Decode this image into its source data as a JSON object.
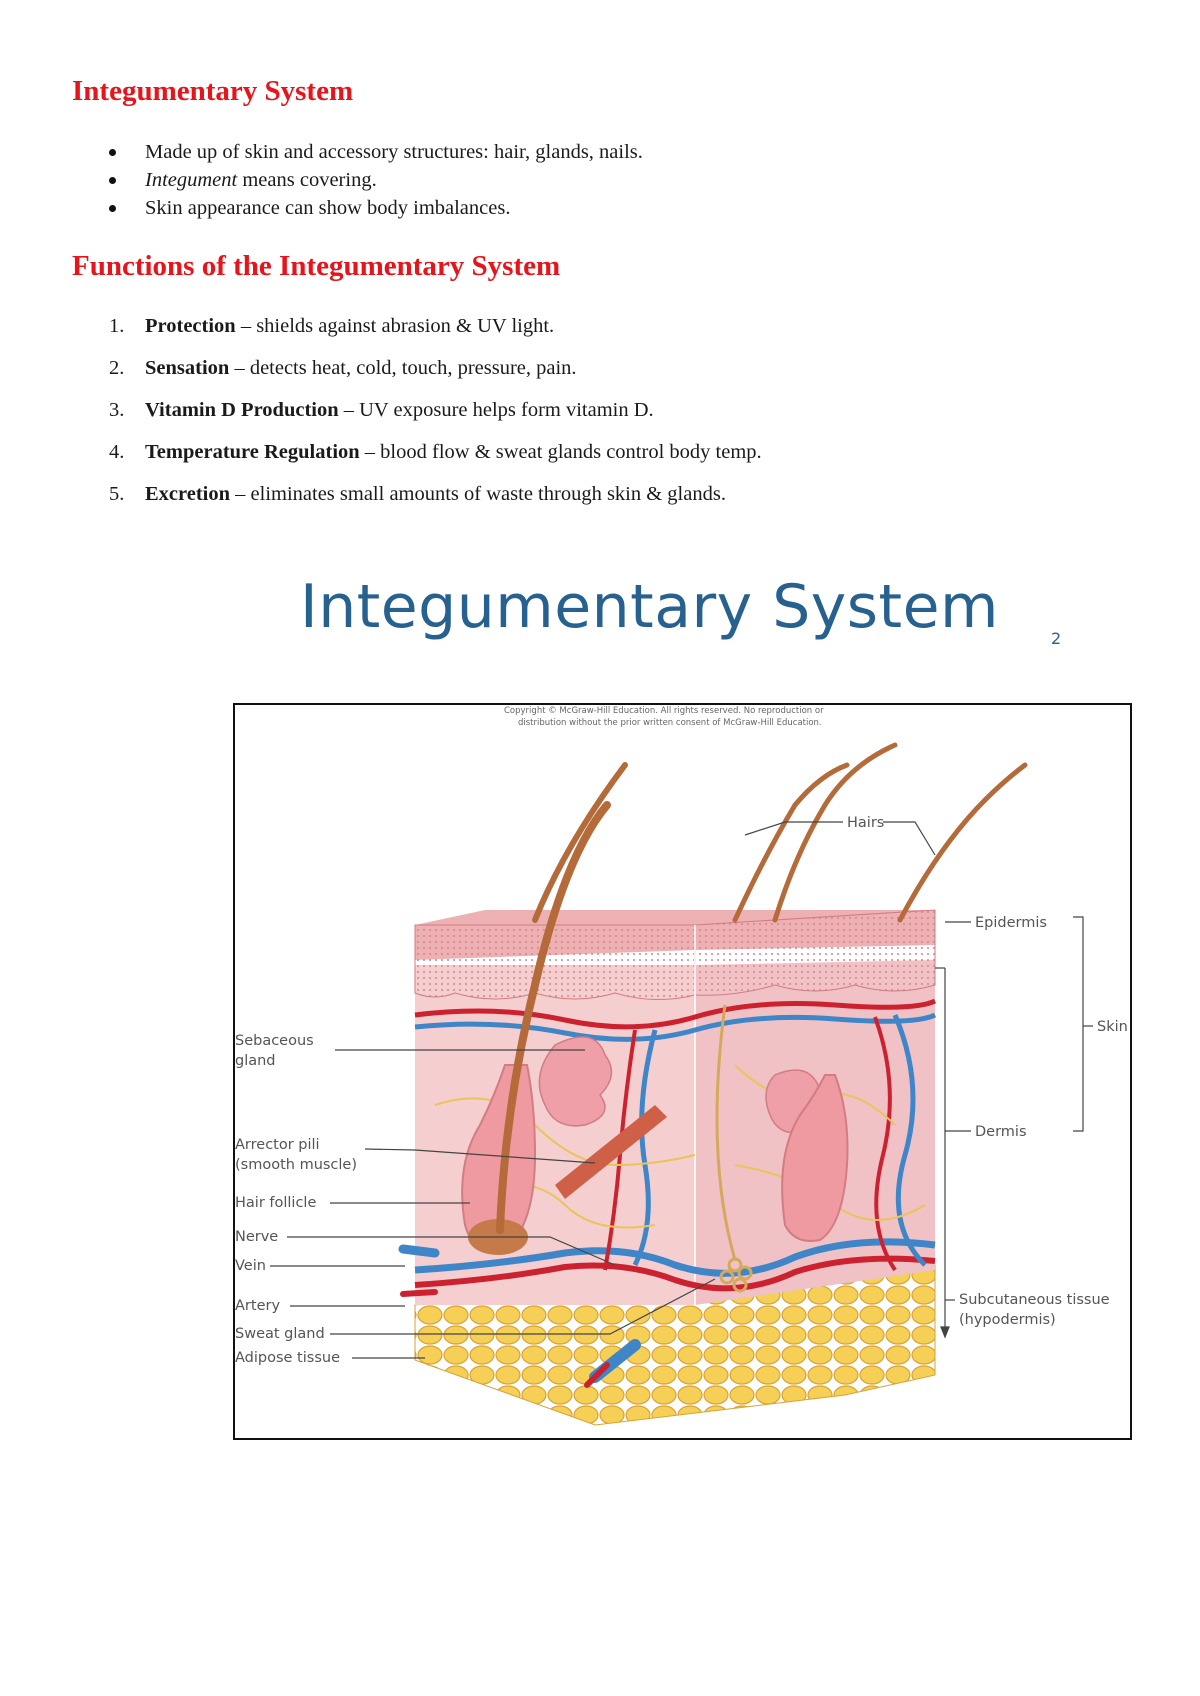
{
  "heading_1": "Integumentary System",
  "bullets": [
    {
      "lead_italic": "",
      "text": "Made up of skin and accessory structures: hair, glands, nails."
    },
    {
      "lead_italic": "Integument",
      "text": " means covering."
    },
    {
      "lead_italic": "",
      "text": "Skin appearance can show body imbalances."
    }
  ],
  "heading_2": "Functions of the Integumentary System",
  "functions": [
    {
      "num": "1.",
      "term": "Protection",
      "desc": " – shields against abrasion & UV light."
    },
    {
      "num": "2.",
      "term": "Sensation",
      "desc": " – detects heat, cold, touch, pressure, pain."
    },
    {
      "num": "3.",
      "term": "Vitamin D Production",
      "desc": " – UV exposure helps form vitamin D."
    },
    {
      "num": "4.",
      "term": "Temperature Regulation",
      "desc": " – blood flow & sweat glands control body temp."
    },
    {
      "num": "5.",
      "term": "Excretion",
      "desc": " – eliminates small amounts of waste through skin & glands."
    }
  ],
  "figure": {
    "title": "Integumentary System",
    "title_number": "2",
    "copyright_line1": "Copyright © McGraw-Hill Education.  All rights reserved. No reproduction or",
    "copyright_line2": "distribution without the prior written consent of McGraw-Hill Education.",
    "labels": {
      "hairs": "Hairs",
      "epidermis": "Epidermis",
      "skin": "Skin",
      "dermis": "Dermis",
      "subcutaneous_1": "Subcutaneous tissue",
      "subcutaneous_2": "(hypodermis)",
      "sebaceous_1": "Sebaceous",
      "sebaceous_2": "gland",
      "arrector_1": "Arrector pili",
      "arrector_2": "(smooth muscle)",
      "hair_follicle": "Hair follicle",
      "nerve": "Nerve",
      "vein": "Vein",
      "artery": "Artery",
      "sweat_gland": "Sweat gland",
      "adipose": "Adipose tissue"
    }
  },
  "colors": {
    "heading": "#e8141b",
    "figure_title": "#27618f",
    "epidermis": "#e9a0a4",
    "dermis": "#f3c4c2",
    "adipose": "#f3c64e",
    "vein": "#3f86c9",
    "artery": "#cc2230",
    "nerve": "#e9c45a",
    "hair": "#b56a3a"
  }
}
